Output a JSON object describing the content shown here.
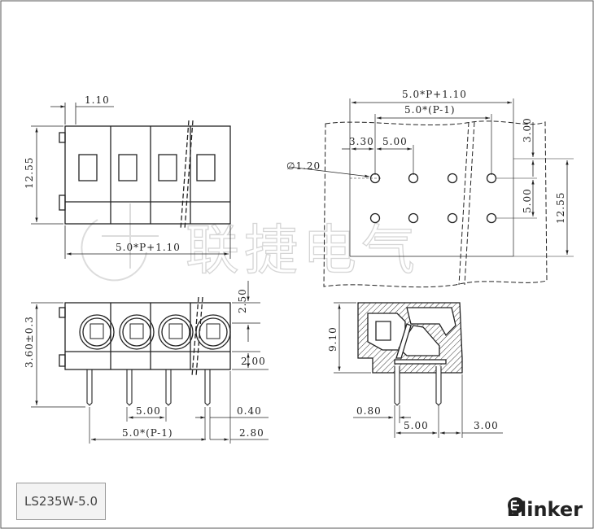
{
  "watermark": "联捷电气",
  "part_number": "LS235W-5.0",
  "brand": {
    "name": "Elinker",
    "icon": "elinker-logo-icon"
  },
  "top_view": {
    "dim_top": "1.10",
    "dim_height": "12.55",
    "dim_bottom": "5.0*P+1.10"
  },
  "pcb_layout": {
    "dim_total": "5.0*P+1.10",
    "dim_pitch_span": "5.0*(P-1)",
    "dim_offset": "3.30",
    "dim_pitch": "5.00",
    "dim_hole": "∅1.20",
    "dim_right_top": "3.00",
    "dim_right_row": "5.00",
    "dim_right_total": "12.55"
  },
  "front_view": {
    "dim_height": "3.60±0.3",
    "dim_top": "2.50",
    "dim_mid": "2.00",
    "dim_pitch": "5.00",
    "dim_pin": "0.40",
    "dim_span": "5.0*(P-1)",
    "dim_end": "2.80"
  },
  "side_view": {
    "dim_height": "9.10",
    "dim_pin": "0.80",
    "dim_pitch": "5.00",
    "dim_offset": "3.00"
  }
}
